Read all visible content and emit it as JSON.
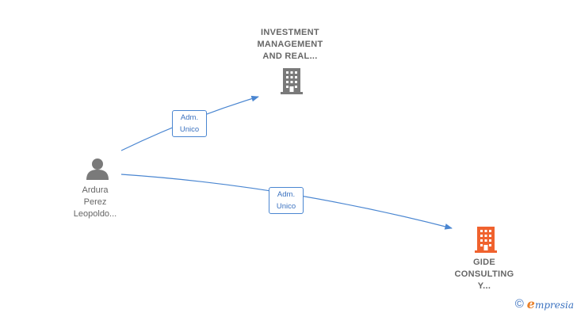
{
  "nodes": {
    "company_top": {
      "label_lines": [
        "INVESTMENT",
        "MANAGEMENT",
        "AND REAL..."
      ],
      "icon": "building-icon",
      "color": "#7a7a7a"
    },
    "person": {
      "label_lines": [
        "Ardura",
        "Perez",
        "Leopoldo..."
      ],
      "icon": "person-icon",
      "color": "#7a7a7a"
    },
    "company_bottom": {
      "label_lines": [
        "GIDE",
        "CONSULTING",
        "Y..."
      ],
      "icon": "building-icon",
      "color": "#f0622e"
    }
  },
  "edges": [
    {
      "from": "person",
      "to": "company_top",
      "label_lines": [
        "Adm.",
        "Unico"
      ]
    },
    {
      "from": "person",
      "to": "company_bottom",
      "label_lines": [
        "Adm.",
        "Unico"
      ]
    }
  ],
  "colors": {
    "edge": "#4a86d1"
  },
  "watermark": {
    "symbol": "©",
    "brand_initial": "e",
    "brand_rest": "mpresia"
  }
}
